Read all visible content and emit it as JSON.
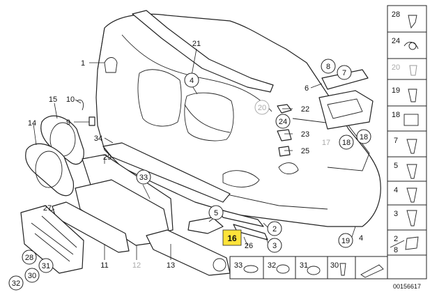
{
  "diagram": {
    "highlighted_part": "16",
    "document_id": "00156617",
    "labels": {
      "l1": "1",
      "l21": "21",
      "l4a": "4",
      "l10": "10",
      "l15": "15",
      "l9": "9",
      "l14": "14",
      "l34": "34",
      "l29": "29",
      "l33": "33",
      "l27": "27",
      "l11": "11",
      "l12": "12",
      "l13": "13",
      "l5": "5",
      "l16": "16",
      "l26": "26",
      "l2": "2",
      "l3": "3",
      "l19": "19",
      "l4b": "4",
      "l8": "8",
      "l7": "7",
      "l6": "6",
      "l20": "20",
      "l22": "22",
      "l24": "24",
      "l23": "23",
      "l25": "25",
      "l17": "17",
      "l18a": "18",
      "l18b": "18",
      "l28": "28",
      "l31": "31",
      "l30": "30",
      "l32": "32"
    },
    "side_table": [
      "28",
      "24",
      "20",
      "19",
      "18",
      "7",
      "5",
      "4",
      "3",
      "2",
      "8"
    ],
    "bottom_table": [
      "33",
      "32",
      "31",
      "30"
    ]
  }
}
